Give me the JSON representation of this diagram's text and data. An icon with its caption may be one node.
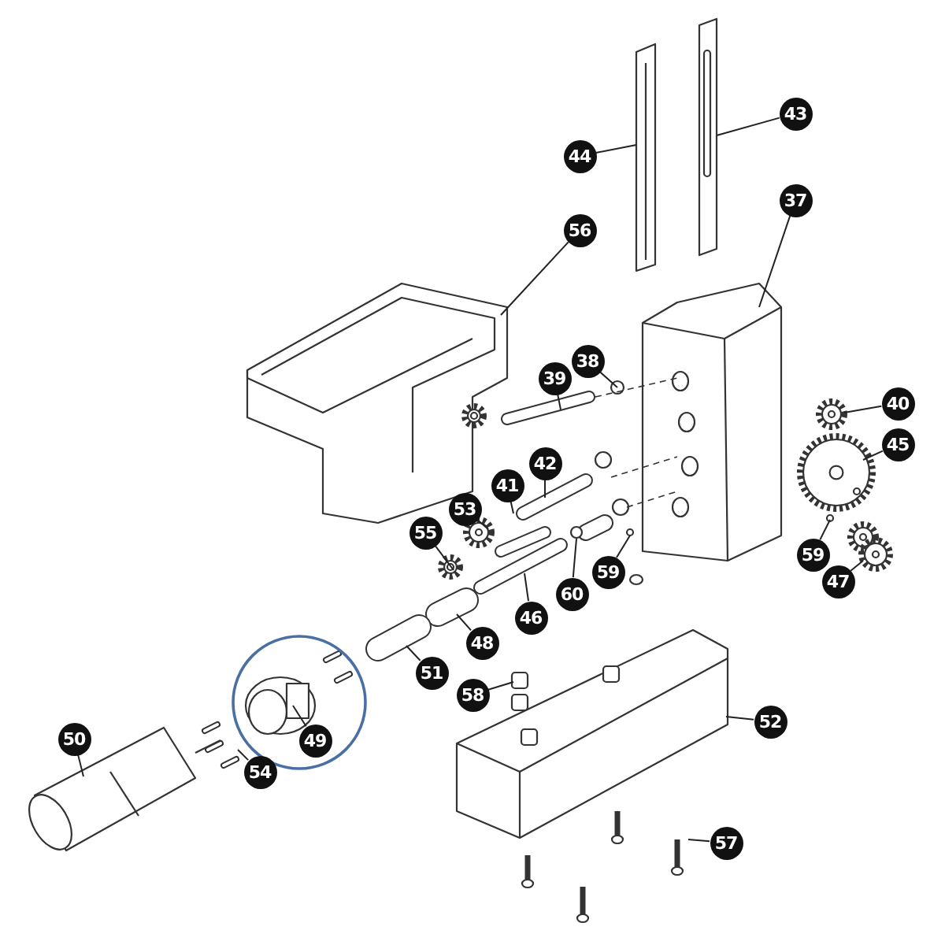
{
  "diagram": {
    "nodes": [
      {
        "text": [
          "44"
        ]
      },
      {
        "text": [
          "43"
        ]
      },
      {
        "text": [
          "37"
        ]
      },
      {
        "text": [
          "56"
        ]
      },
      {
        "text": [
          "38"
        ]
      },
      {
        "text": [
          "39"
        ]
      },
      {
        "text": [
          "40"
        ]
      },
      {
        "text": [
          "45"
        ]
      },
      {
        "text": [
          "41"
        ]
      },
      {
        "text": [
          "42"
        ]
      },
      {
        "text": [
          "53"
        ]
      },
      {
        "text": [
          "55"
        ]
      },
      {
        "text": [
          "59"
        ]
      },
      {
        "text": [
          "59"
        ]
      },
      {
        "text": [
          "47"
        ]
      },
      {
        "text": [
          "60"
        ]
      },
      {
        "text": [
          "46"
        ]
      },
      {
        "text": [
          "48"
        ]
      },
      {
        "text": [
          "51"
        ]
      },
      {
        "text": [
          "58"
        ]
      },
      {
        "text": [
          "52"
        ]
      },
      {
        "text": [
          "49"
        ]
      },
      {
        "text": [
          "50"
        ]
      },
      {
        "text": [
          "54"
        ]
      },
      {
        "text": [
          "57"
        ]
      }
    ],
    "edges": [
      {
        "from": 0,
        "to": null,
        "arrow": "none"
      },
      {
        "from": 1,
        "to": null,
        "arrow": "none"
      },
      {
        "from": 2,
        "to": null,
        "arrow": "none"
      },
      {
        "from": 3,
        "to": null,
        "arrow": "none"
      },
      {
        "from": 4,
        "to": null,
        "arrow": "none"
      },
      {
        "from": 5,
        "to": null,
        "arrow": "none"
      },
      {
        "from": 6,
        "to": null,
        "arrow": "none"
      },
      {
        "from": 7,
        "to": null,
        "arrow": "none"
      },
      {
        "from": 8,
        "to": null,
        "arrow": "none"
      },
      {
        "from": 9,
        "to": null,
        "arrow": "none"
      },
      {
        "from": 10,
        "to": null,
        "arrow": "none"
      },
      {
        "from": 11,
        "to": null,
        "arrow": "none"
      },
      {
        "from": 12,
        "to": null,
        "arrow": "none"
      },
      {
        "from": 13,
        "to": null,
        "arrow": "none"
      },
      {
        "from": 14,
        "to": null,
        "arrow": "none"
      },
      {
        "from": 15,
        "to": null,
        "arrow": "none"
      },
      {
        "from": 16,
        "to": null,
        "arrow": "none"
      },
      {
        "from": 17,
        "to": null,
        "arrow": "none"
      },
      {
        "from": 18,
        "to": null,
        "arrow": "none"
      },
      {
        "from": 19,
        "to": null,
        "arrow": "none"
      },
      {
        "from": 20,
        "to": null,
        "arrow": "none"
      },
      {
        "from": 21,
        "to": null,
        "arrow": "none"
      },
      {
        "from": 22,
        "to": null,
        "arrow": "none"
      },
      {
        "from": 23,
        "to": null,
        "arrow": "none"
      },
      {
        "from": 24,
        "to": null,
        "arrow": "none"
      }
    ]
  }
}
